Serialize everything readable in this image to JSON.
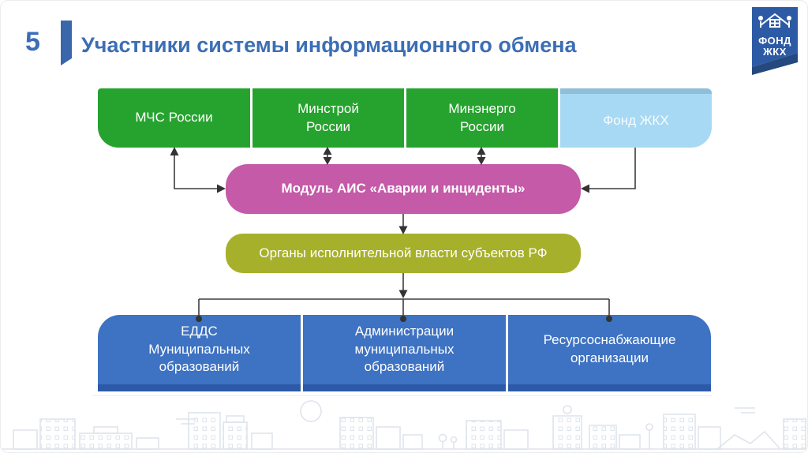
{
  "header": {
    "slide_number": "5",
    "title": "Участники системы информационного обмена"
  },
  "logo": {
    "line1": "ФОНД",
    "line2": "ЖКХ"
  },
  "diagram": {
    "nodes": {
      "mchs": {
        "label": "МЧС России"
      },
      "minstroy": {
        "label": "Минстрой\nРоссии"
      },
      "minenergo": {
        "label": "Минэнерго\nРоссии"
      },
      "fond": {
        "label": "Фонд ЖКХ"
      },
      "module": {
        "label": "Модуль АИС «Аварии и инциденты»"
      },
      "authorities": {
        "label": "Органы исполнительной власти субъектов РФ"
      },
      "edds": {
        "label": "ЕДДС\nМуниципальных\nобразований"
      },
      "admins": {
        "label": "Администрации\nмуниципальных\nобразований"
      },
      "resource_orgs": {
        "label": "Ресурсоснабжающие\nорганизации"
      }
    },
    "colors": {
      "ministry_green": "#26a32e",
      "fond_light_blue": "#a7d9f4",
      "fond_top_strip": "#8fbed9",
      "module_pink": "#c45aa8",
      "authorities_olive": "#a6b02a",
      "municipal_blue": "#3e72c2",
      "municipal_blue_dark": "#2d5aa8",
      "connector_gray": "#3d3d3d",
      "accent_blue": "#3c6eb5",
      "logo_flag_blue": "#2d5aa5",
      "skyline_gray": "#dfe4ec"
    }
  }
}
